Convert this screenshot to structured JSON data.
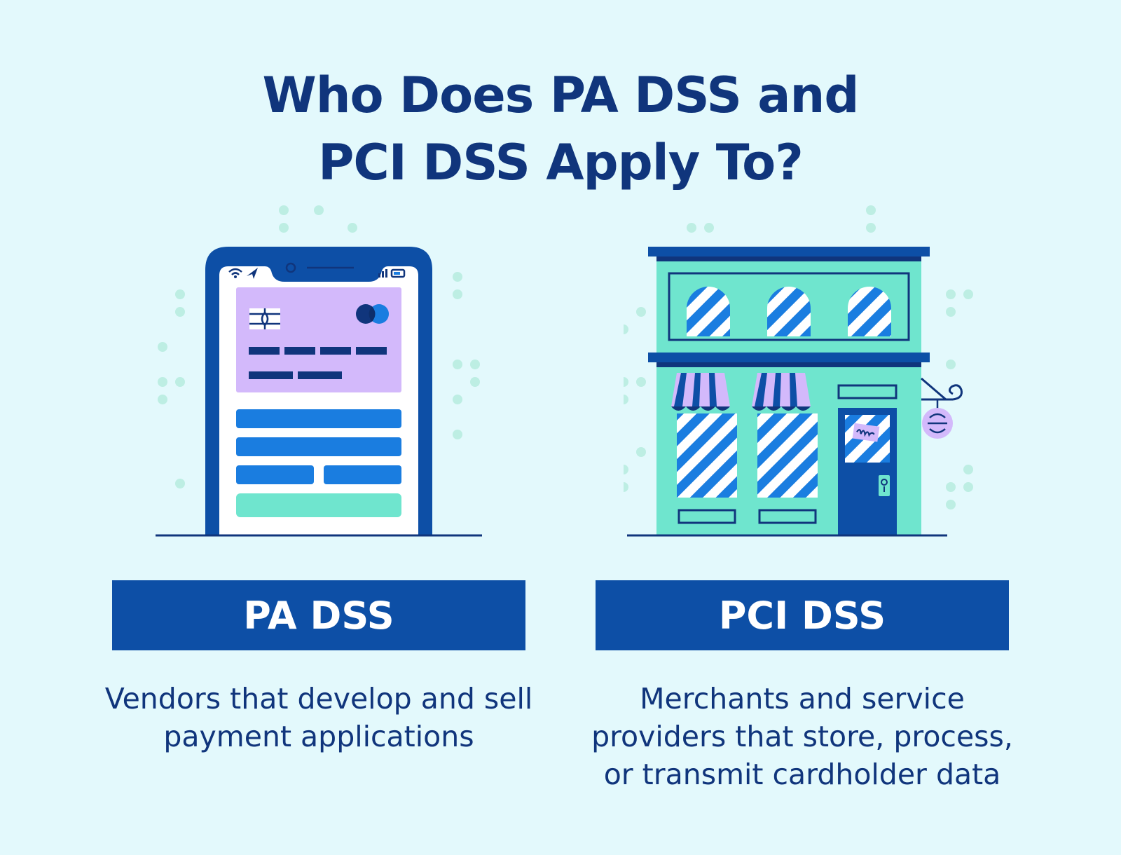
{
  "title": {
    "line1": "Who Does PA DSS and",
    "line2": "PCI DSS Apply To?"
  },
  "colors": {
    "background": "#e3f9fc",
    "navy": "#10357c",
    "brand_blue": "#0d4fa6",
    "bright_blue": "#1a7de0",
    "mint": "#6fe5ce",
    "lavender": "#d3b9fb",
    "white": "#ffffff"
  },
  "columns": [
    {
      "label": "PA DSS",
      "description": "Vendors that develop and sell payment applications",
      "illustration_icon": "smartphone-payment-app-icon"
    },
    {
      "label": "PCI DSS",
      "description": "Merchants and service providers that store, process, or transmit cardholder data",
      "illustration_icon": "storefront-icon"
    }
  ]
}
